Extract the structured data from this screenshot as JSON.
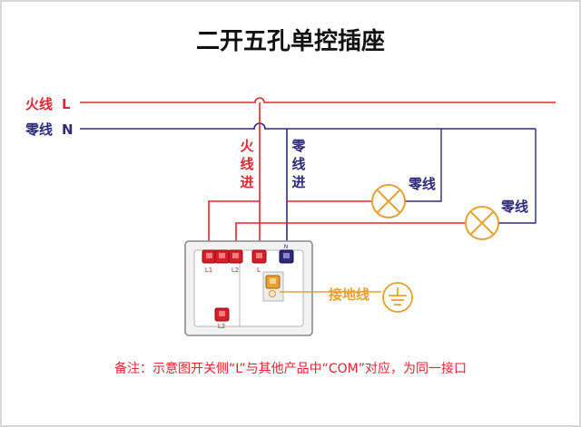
{
  "title": "二开五孔单控插座",
  "lines": {
    "live_label": "火线",
    "live_letter": "L",
    "neutral_label": "零线",
    "neutral_letter": "N"
  },
  "labels": {
    "live_in": [
      "火",
      "线",
      "进"
    ],
    "neutral_in": [
      "零",
      "线",
      "进"
    ],
    "lamp1_neutral": "零线",
    "lamp2_neutral": "零线",
    "ground": "接地线"
  },
  "terminals": {
    "l1": "L1",
    "l2a": "L2",
    "l": "L",
    "n": "N",
    "l2": "L2"
  },
  "note": "备注：示意图开关侧“L”与其他产品中“COM”对应，为同一接口",
  "colors": {
    "live": "#e0262f",
    "neutral": "#2e2a7a",
    "ground": "#e8a030",
    "text_dark": "#111111"
  }
}
